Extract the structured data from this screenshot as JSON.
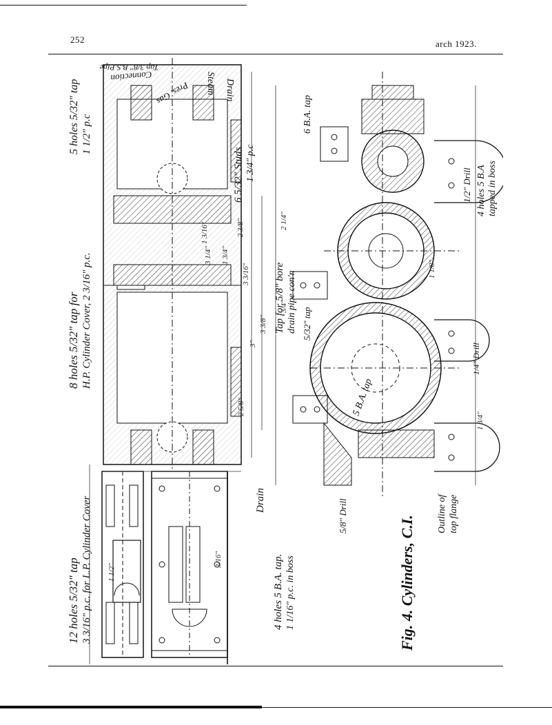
{
  "page": {
    "number": "252",
    "running_head": "arch  1923."
  },
  "figure": {
    "caption": "Fig. 4. Cylinders, C.I.",
    "labels": {
      "holes_12": "12 holes 5/32\" tap",
      "pc_lp": "3 3/16\" p.c. for L.P. Cylinder Cover",
      "holes_8": "8 holes 5/32\" tap for",
      "hp_cover": "H.P. Cylinder Cover, 2 3/16\" p.c.",
      "holes_5": "5 holes 5/32\" tap",
      "pc_5": "1 1/2\" p.c",
      "holes_4a": "4 holes 5 B.A. tap.",
      "pc_4a": "1 1/16\" p.c. in boss",
      "drain": "Drain",
      "steam": "Steam",
      "drain2": "Drain",
      "tap_bsp": "Tap 3/8\" B.S.Pipe",
      "pres_gas": "Pres. Gas",
      "connection": "Connection",
      "studs": "6 5/32\" Studs",
      "studs_pc": "1 3/4\" p.c",
      "tap_bore": "Tap for 5/8\" bore",
      "drain_pipe": "drain pipe con'n",
      "tap_532": "5/32\" tap",
      "ba6": "6 B.A. tap",
      "drill_half": "1/2\" Drill",
      "holes_4b": "4 holes 5 B.A",
      "tapped_boss": "tapped in boss",
      "drill_5_8": "5/8\" Drill",
      "outline_top": "Outline of",
      "top_flange": "top flange",
      "drill_1_4": "1/4\" Drill",
      "ba5": "5 B.A. tap"
    },
    "dimensions": [
      "3\"",
      "3 3/16\"",
      "3 3/8\"",
      "3 1/4\"",
      "1 3/16\"",
      "1 3/4\"",
      "2 5/8\"",
      "2 3/8\"",
      "1 1/2\"",
      "3/16\"",
      "3/4\"",
      "1 1/8\"",
      "2 1/4\"",
      "1 3/4\""
    ]
  }
}
